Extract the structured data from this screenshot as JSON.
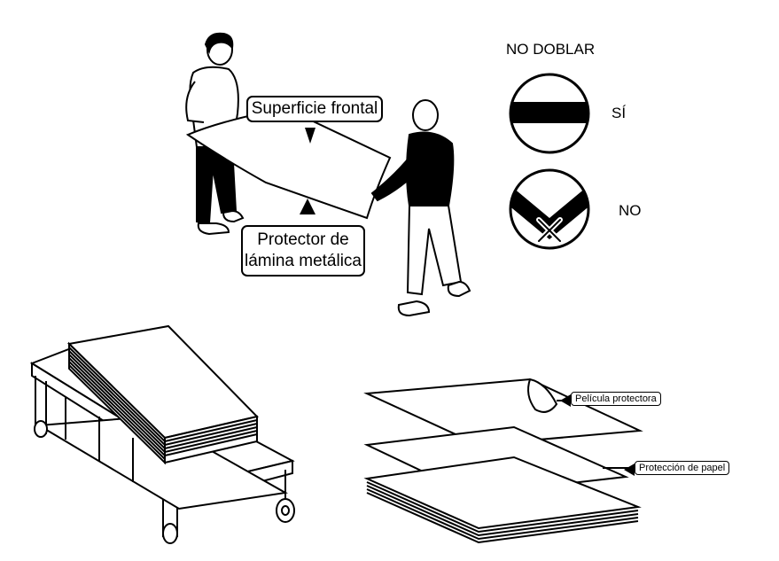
{
  "handling": {
    "label_front": "Superficie frontal",
    "label_protector_line1": "Protector de",
    "label_protector_line2": "lámina metálica"
  },
  "bend_guide": {
    "title": "NO DOBLAR",
    "yes_label": "SÍ",
    "no_label": "NO"
  },
  "layers": {
    "film_label": "Película protectora",
    "paper_label": "Protección de papel"
  },
  "colors": {
    "ink": "#000000",
    "paper": "#ffffff"
  }
}
